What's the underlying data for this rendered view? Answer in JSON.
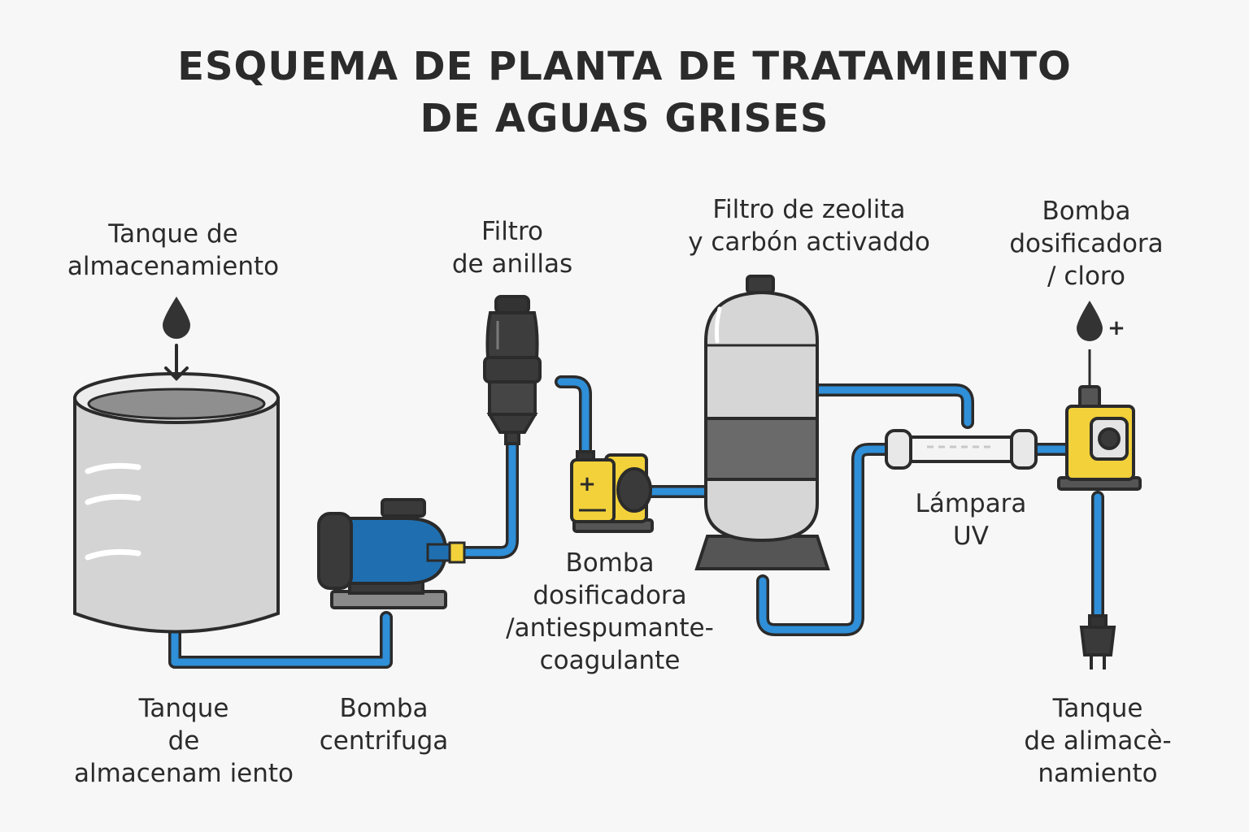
{
  "title": {
    "line1": "ESQUEMA DE PLANTA DE TRATAMIENTO",
    "line2": "DE AGUAS GRISES"
  },
  "labels": {
    "tank_top": [
      "Tanque de",
      "almacenamiento"
    ],
    "tank_bottom": [
      "Tanque",
      "de",
      "almacenam iento"
    ],
    "pump": [
      "Bomba",
      "centrifuga"
    ],
    "ring_filter": [
      "Filtro",
      "de anillas"
    ],
    "dosing_antifoam": [
      "Bomba",
      "dosificadora",
      "/antiespumante-",
      "coagulante"
    ],
    "zeolite_filter": [
      "Filtro de zeolita",
      "y carbón activaddo"
    ],
    "uv_lamp": [
      "Lámpara",
      "UV"
    ],
    "dosing_chlorine": [
      "Bomba",
      "dosificadora",
      "/ cloro"
    ],
    "tank_final": [
      "Tanque",
      "de alimacè-",
      "namiento"
    ]
  },
  "symbols": {
    "plus": "+"
  },
  "colors": {
    "pipe_blue": "#2f8fd8",
    "outline": "#2b2b2b",
    "tank_gray": "#d4d4d4",
    "pump_blue": "#1f6fb0",
    "yellow": "#f2d13a",
    "dark_gray": "#555555"
  },
  "icons": [
    "water-drop-icon",
    "arrow-down-icon",
    "power-plug-icon",
    "plus-icon"
  ]
}
